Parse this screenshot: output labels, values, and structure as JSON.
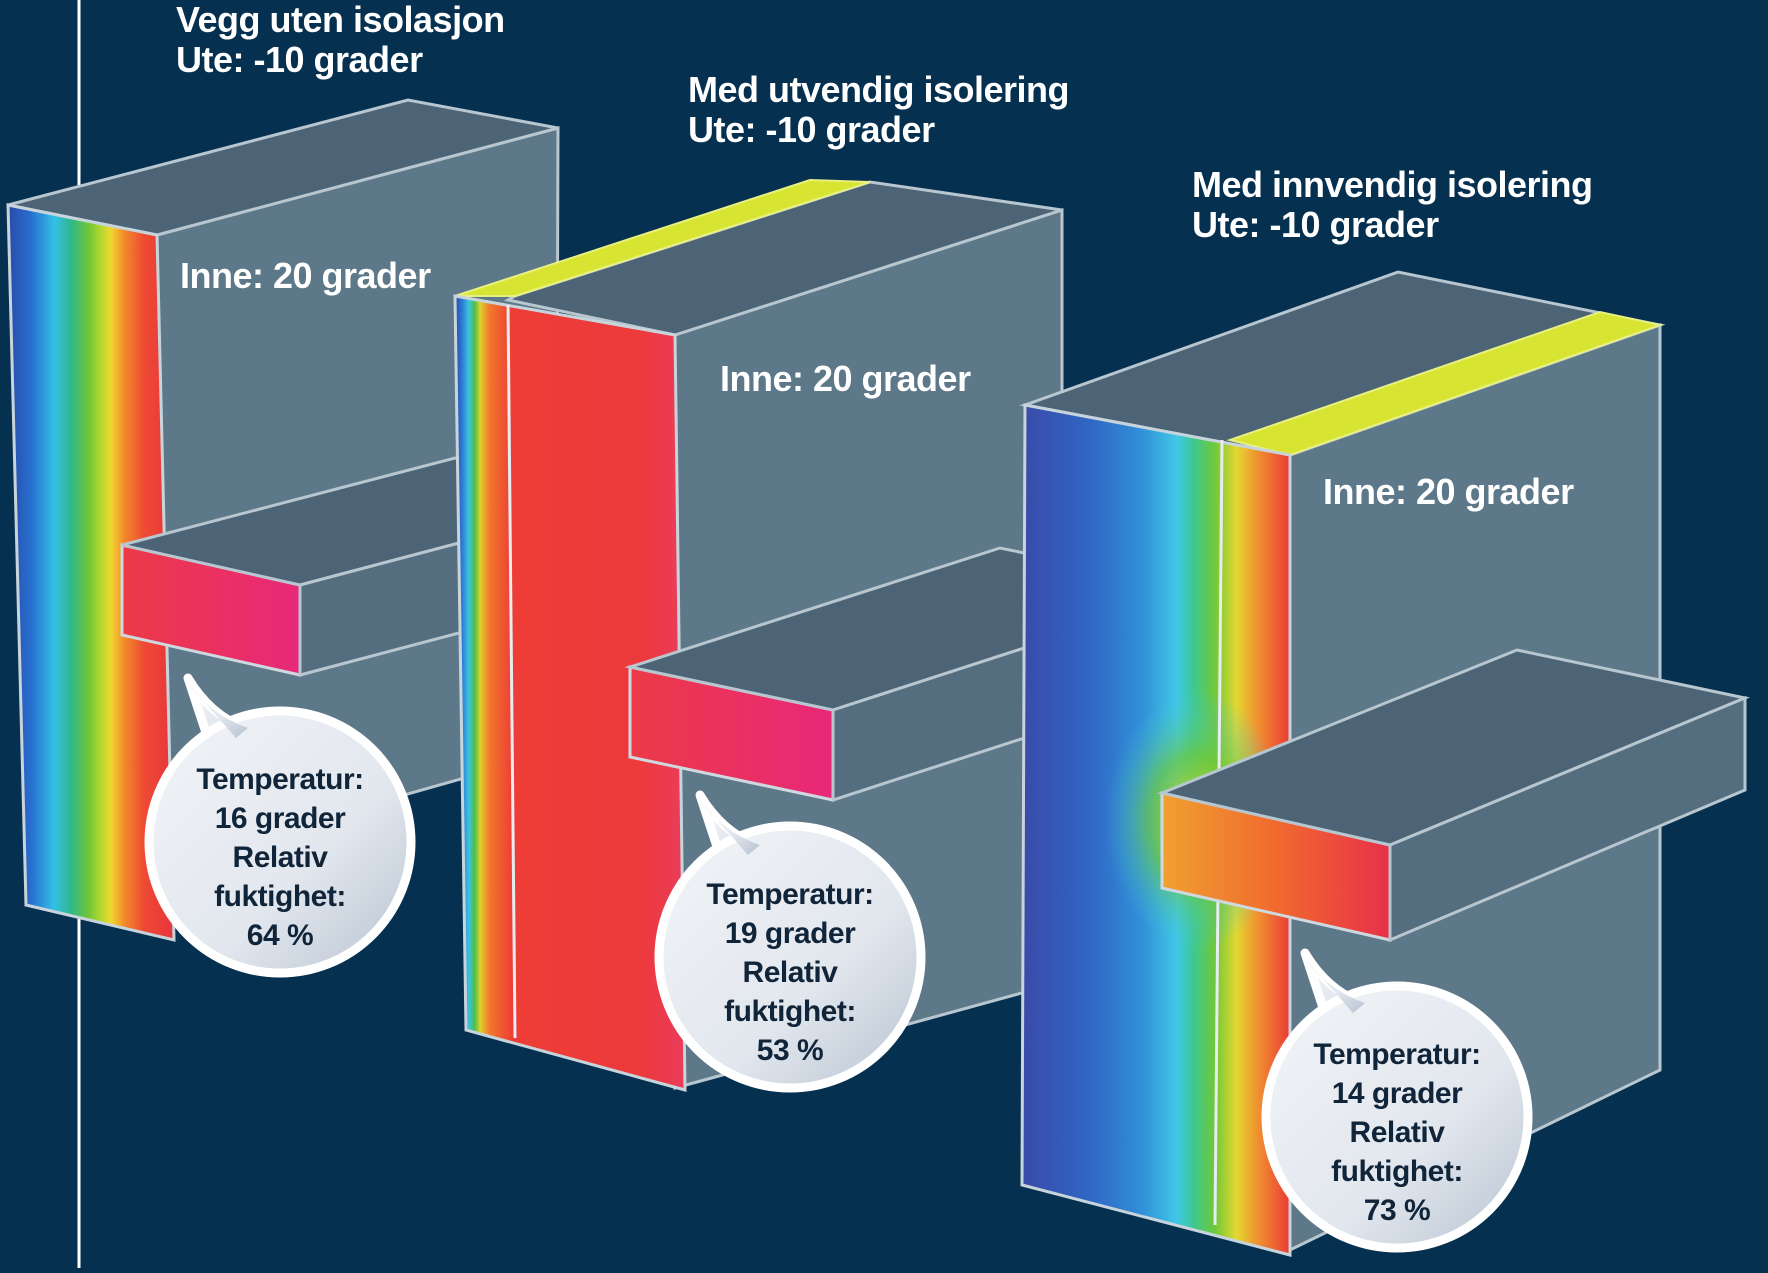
{
  "colors": {
    "background": "#06304f",
    "concrete_top": "#4c6476",
    "concrete_front": "#5d7888",
    "concrete_side": "#546e80",
    "insulation": "#d8e432",
    "bubble": "#dde3ea"
  },
  "walls": [
    {
      "title_line1": "Vegg uten isolasjon",
      "title_line2": "Ute: -10 grader",
      "inside_label": "Inne: 20 grader",
      "bubble": {
        "line1": "Temperatur:",
        "line2": "16 grader",
        "line3": "Relativ",
        "line4": "fuktighet:",
        "line5": "64 %"
      }
    },
    {
      "title_line1": "Med utvendig isolering",
      "title_line2": "Ute: -10 grader",
      "inside_label": "Inne: 20 grader",
      "bubble": {
        "line1": "Temperatur:",
        "line2": "19 grader",
        "line3": "Relativ",
        "line4": "fuktighet:",
        "line5": "53 %"
      }
    },
    {
      "title_line1": "Med innvendig isolering",
      "title_line2": "Ute: -10 grader",
      "inside_label": "Inne: 20 grader",
      "bubble": {
        "line1": "Temperatur:",
        "line2": "14 grader",
        "line3": "Relativ",
        "line4": "fuktighet:",
        "line5": "73 %"
      }
    }
  ]
}
